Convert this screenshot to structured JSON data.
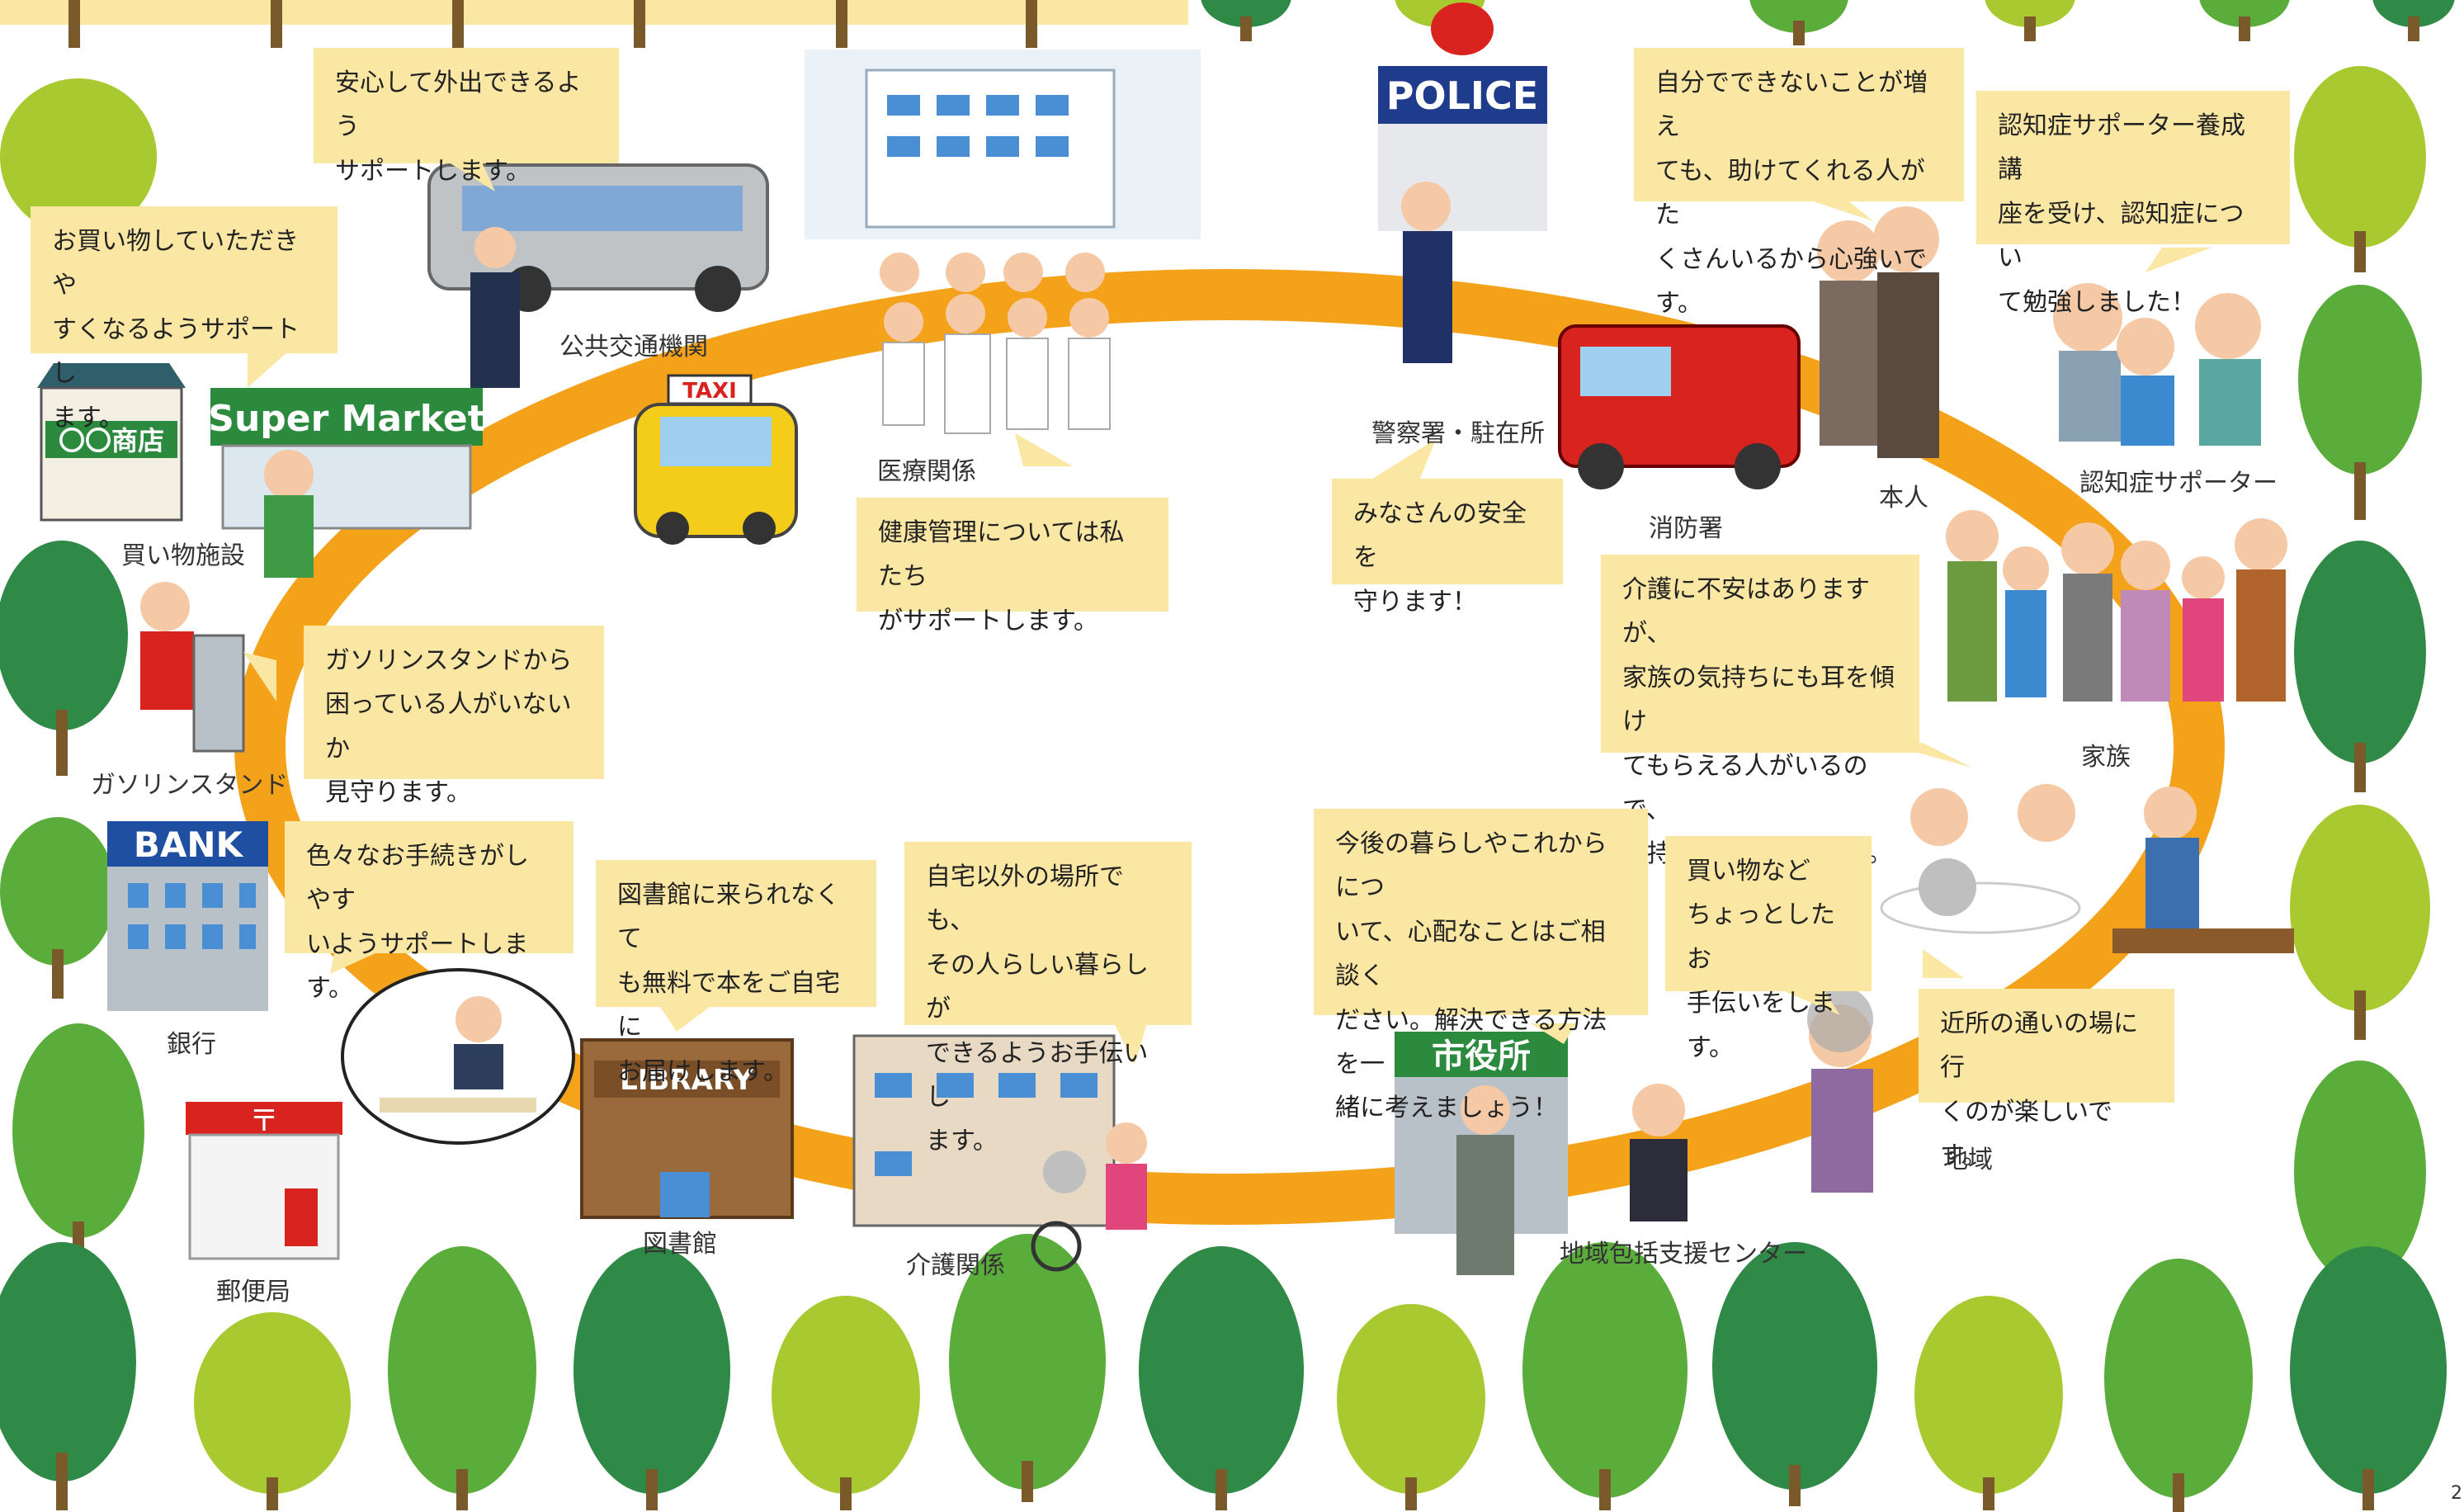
{
  "colors": {
    "road": "#f4a21a",
    "bubble": "#fbe7a4",
    "tree_dark": "#2f8a47",
    "tree_mid": "#5aad3a",
    "tree_light": "#a8c930",
    "trunk": "#7a5a2a"
  },
  "bubbles": {
    "bus": "安心して外出できるよう\nサポートします。",
    "shop": "お買い物していただきや\nすくなるようサポートし\nます。",
    "medical": "健康管理については私たち\nがサポートします。",
    "police": "みなさんの安全を\n守ります！",
    "self": "自分でできないことが増え\nても、助けてくれる人がた\nくさんいるから心強いです。",
    "supporter": "認知症サポーター養成講\n座を受け、認知症につい\nて勉強しました！",
    "family": "介護に不安はありますが、\n家族の気持ちにも耳を傾け\nてもらえる人がいるので、\n気持ちが軽くなります。",
    "gas": "ガソリンスタンドから\n困っている人がいないか\n見守ります。",
    "bank": "色々なお手続きがしやす\nいようサポートします。",
    "library": "図書館に来られなくて\nも無料で本をご自宅に\nお届けします。",
    "care": "自宅以外の場所でも、\nその人らしい暮らしが\nできるようお手伝いし\nます。",
    "city": "今後の暮らしやこれからにつ\nいて、心配なことはご相談く\nださい。解決できる方法を一\n緒に考えましょう！",
    "shopping_help": "買い物など\nちょっとしたお\n手伝いをします。",
    "community": "近所の通いの場に行\nくのが楽しいです。"
  },
  "labels": {
    "bus": "公共交通機関",
    "shop": "買い物施設",
    "medical": "医療関係",
    "police": "警察署・駐在所",
    "fire": "消防署",
    "self": "本人",
    "supporter": "認知症サポーター",
    "family": "家族",
    "gas": "ガソリンスタンド",
    "bank": "銀行",
    "post": "郵便局",
    "library": "図書館",
    "care": "介護関係",
    "center": "地域包括支援センター",
    "region": "地域"
  },
  "signs": {
    "police": "POLICE",
    "taxi": "TAXI",
    "supermarket": "Super Market",
    "shop": "〇〇商店",
    "bank": "BANK",
    "library": "LIBRARY",
    "city_hall": "市役所",
    "post": "〒"
  },
  "page_number": "2"
}
